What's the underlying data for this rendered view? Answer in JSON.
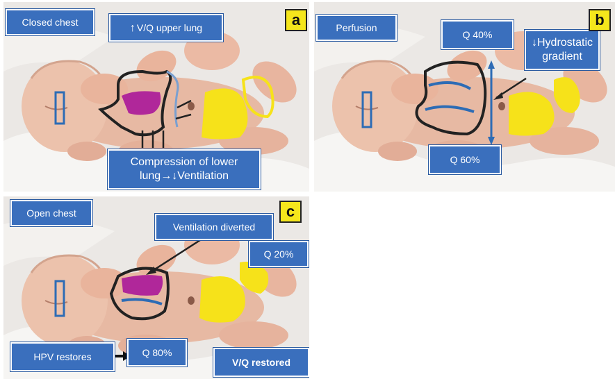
{
  "panels": {
    "a": {
      "badge": "a",
      "title": "Closed chest",
      "vq_label": "V/Q upper lung",
      "compression_line1": "Compression of lower",
      "compression_line2": "lung→",
      "compression_line3": "Ventilation"
    },
    "b": {
      "badge": "b",
      "title": "Perfusion",
      "q_upper": "Q 40%",
      "q_lower": "Q 60%",
      "hydro_line1": "Hydrostatic",
      "hydro_line2": "gradient"
    },
    "c": {
      "badge": "c",
      "title": "Open chest",
      "diverted": "Ventilation diverted",
      "q_upper": "Q 20%",
      "hpv": "HPV restores",
      "q_lower": "Q 80%",
      "vq_restored": "V/Q restored"
    }
  },
  "colors": {
    "label_bg": "#3a6fbd",
    "badge_bg": "#f5e61c",
    "ventilation": "#b0279a",
    "perfusion": "#2d6cb5",
    "diaper": "#f6e21a"
  }
}
